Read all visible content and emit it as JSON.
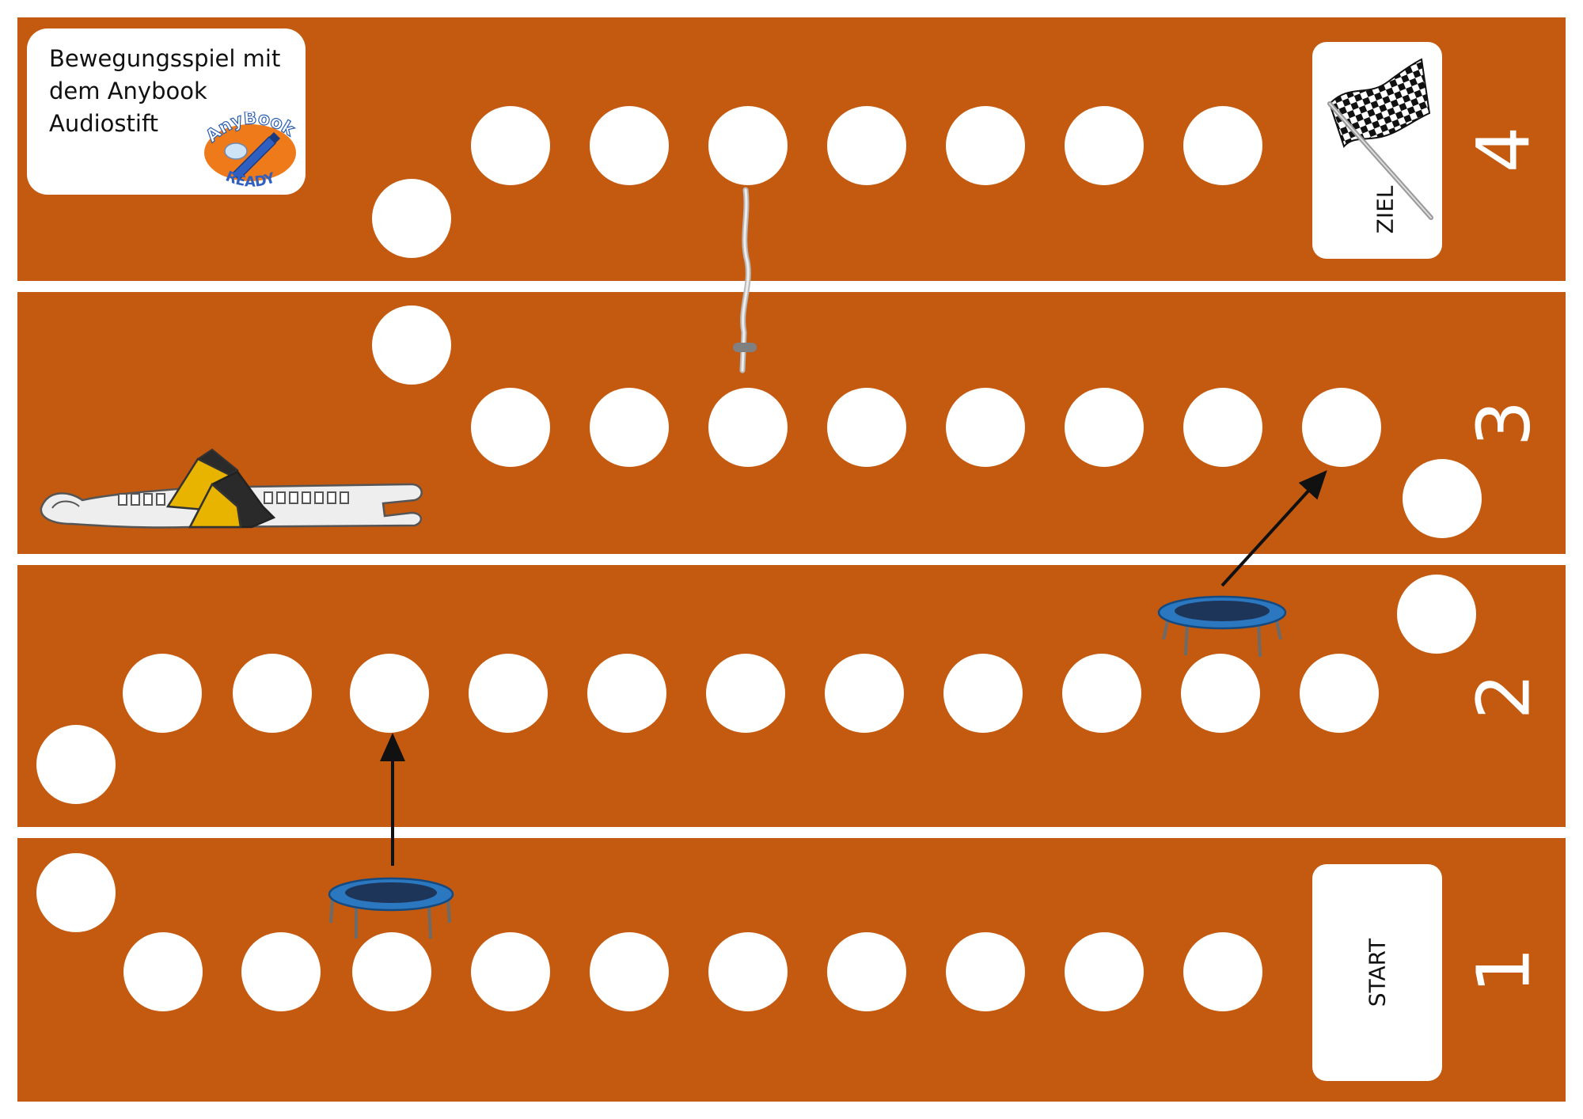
{
  "board": {
    "title_lines": [
      "Bewegungsspiel mit",
      "dem Anybook",
      "Audiostift"
    ],
    "logo": {
      "top_text": "AnyBook",
      "bottom_text": "READY"
    },
    "lanes": [
      "1",
      "2",
      "3",
      "4"
    ],
    "start_label": "START",
    "goal_label": "ZIEL"
  },
  "icons": [
    "checkered-flag-icon",
    "trampoline-icon",
    "jump-rope-icon",
    "sack-race-icon",
    "arrow-up-icon"
  ],
  "colors": {
    "track": "#c45a10",
    "field": "#ffffff",
    "background": "#ffffff",
    "trampoline": "#2c78c0"
  }
}
